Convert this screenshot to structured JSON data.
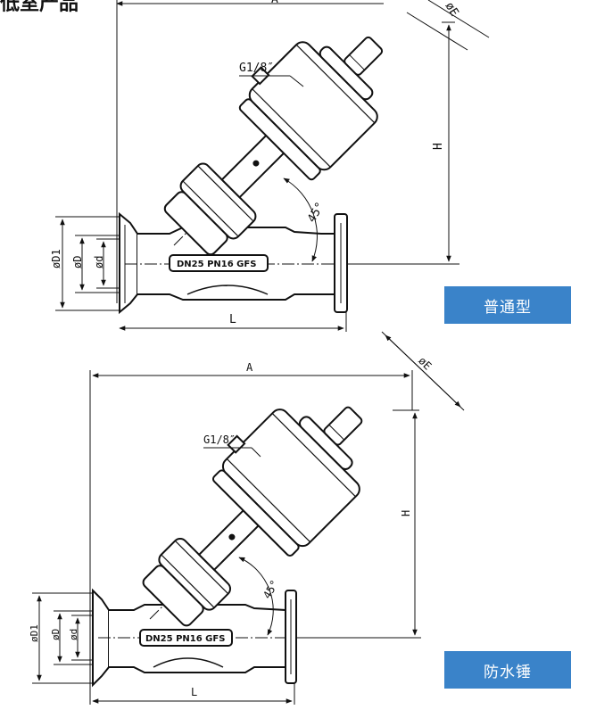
{
  "header": {
    "cut_title": "低室产品"
  },
  "top_diagram": {
    "label_A": "A",
    "label_E": "øE",
    "label_H": "H",
    "label_L": "L",
    "label_D1": "øD1",
    "label_D": "øD",
    "label_d": "ød",
    "label_G": "G1/8″",
    "label_angle": "45°",
    "nameplate": "DN25 PN16 GFS",
    "badge": "普通型"
  },
  "bottom_diagram": {
    "label_A": "A",
    "label_E": "øE",
    "label_H": "H",
    "label_L": "L",
    "label_D1": "øD1",
    "label_D": "øD",
    "label_d": "ød",
    "label_G": "G1/8″",
    "label_angle": "45°",
    "nameplate": "DN25 PN16 GFS",
    "badge": "防水锤"
  }
}
